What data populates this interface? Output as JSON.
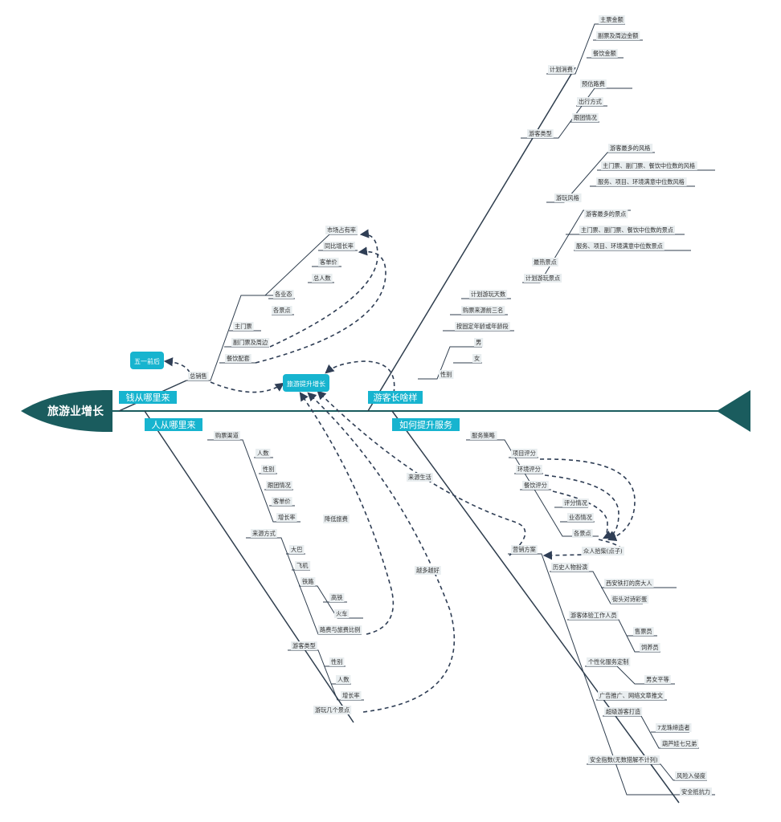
{
  "colors": {
    "spine": "#1a5c5e",
    "branch": "#2f3e4e",
    "cyan": "#17b4cf",
    "label_bg": "#e9eef0",
    "dash": "#2f3e55"
  },
  "head": {
    "title": "旅游业增长"
  },
  "center": {
    "label": "旅游提升增长"
  },
  "side": {
    "label": "五一前后"
  },
  "branches": {
    "money": "钱从哪里来",
    "people": "人从哪里来",
    "growth": "游客长啥样",
    "service": "如何提升服务"
  },
  "money": {
    "total_sales": "总销售",
    "main_ticket": "主门票",
    "sub_ticket": "副门票及周边",
    "food": "餐饮配套",
    "by_business": "各业态",
    "by_spot": "各景点",
    "total_people": "总人数",
    "unit_price": "客单价",
    "yoy": "同比增长率",
    "market_share": "市场占有率"
  },
  "people": {
    "channel": "购票渠道",
    "channel_items": [
      "人数",
      "性别",
      "跟团情况",
      "客单价",
      "增长率"
    ],
    "arrival": "来源方式",
    "arrival_items": [
      "大巴",
      "飞机",
      "铁路"
    ],
    "rail_items": [
      "高铁",
      "火车"
    ],
    "cost_ratio": "路费与旅费比例",
    "visitor_type": "游客类型",
    "visitor_items": [
      "性别",
      "人数",
      "增长率"
    ],
    "spots_visited": "游玩几个景点"
  },
  "growth": {
    "plan_spend": "计划消费",
    "spend_items": [
      "主票金额",
      "副票及周边金额",
      "餐饮金额"
    ],
    "visitor_type": "游客类型",
    "type_items": [
      "预估路费",
      "出行方式",
      "跟团情况"
    ],
    "play_style": "游玩风格",
    "style_items": [
      "游客最多的风格",
      "主门票、副门票、餐饮中位数的风格",
      "服务、项目、环境满意中位数风格"
    ],
    "favorite_spot": "最热景点",
    "spot_items": [
      "游客最多的景点",
      "主门票、副门票、餐饮中位数的景点",
      "服务、项目、环境满意中位数景点"
    ],
    "plan_spots": "计划游玩景点",
    "plan_days": "计划游玩天数",
    "top_source": "购票来源前三名",
    "age_group": "按固定年龄或年龄段",
    "gender": "性别",
    "gender_items": [
      "男",
      "女"
    ]
  },
  "service": {
    "strategy": "服务策略",
    "scores": [
      "项目评分",
      "环境评分",
      "餐饮评分"
    ],
    "score_items": [
      "评分情况",
      "业态情况",
      "各景点"
    ],
    "marketing": "营销方案",
    "history": "历史人物扮演",
    "history_items": [
      "西安铁打的房大人",
      "街头对诗彩蛋"
    ],
    "staff": "游客体验工作人员",
    "staff_items": [
      "售票员",
      "饲养员"
    ],
    "custom": "个性化服务定制",
    "custom_items": [
      "男女平等"
    ],
    "ads": "广告推广、网络文章推文",
    "super": "超级游客打造",
    "super_items": [
      "7龙珠缔造者",
      "葫芦娃七兄弟"
    ],
    "safety": "安全指数(无数猎解不计列)",
    "safety_items": [
      "风险入侵度",
      "安全抵抗力"
    ]
  },
  "annotations": {
    "source_life": "来源生活",
    "reduce_cost": "降低旅费",
    "more_better": "越多越好",
    "crowd_idea": "众人拾柴(点子)"
  }
}
